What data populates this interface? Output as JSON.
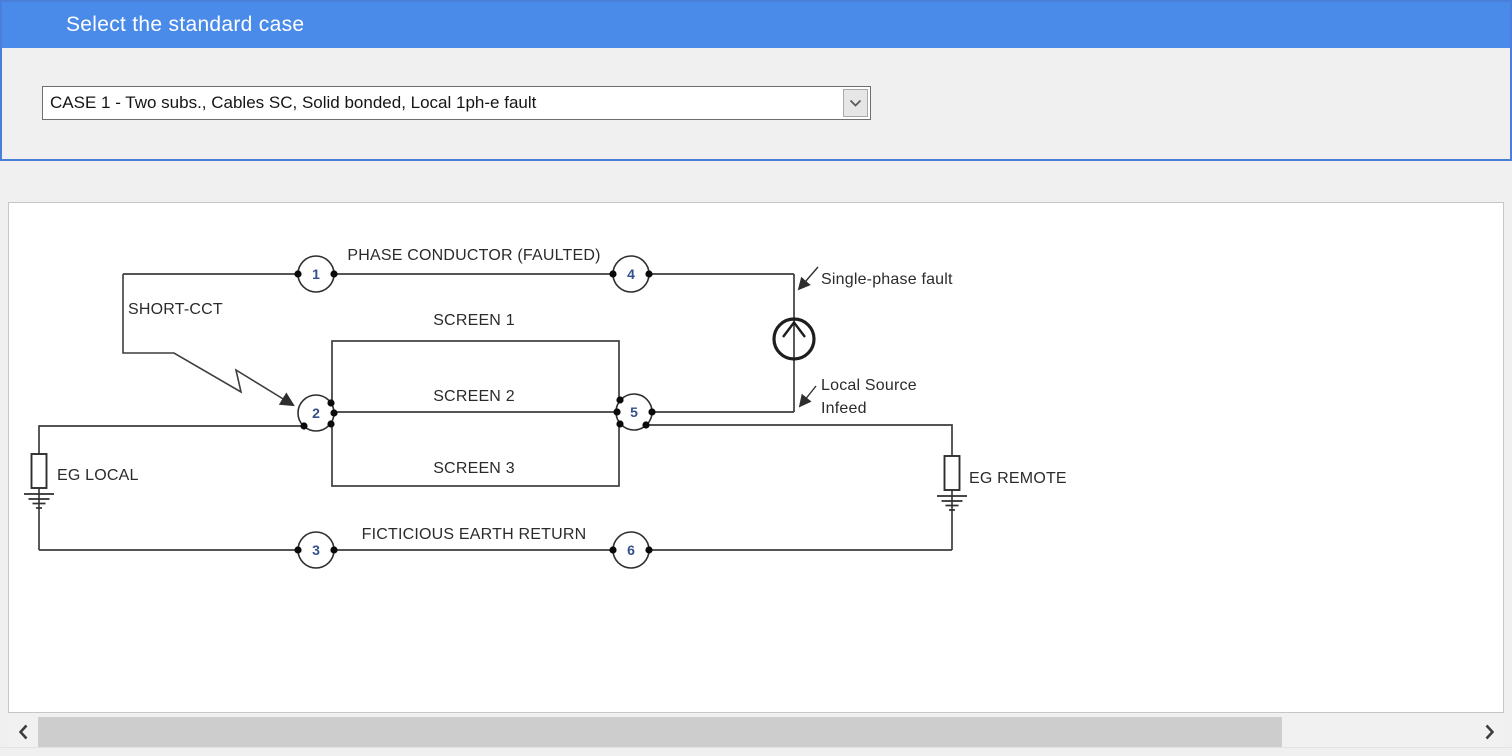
{
  "window": {
    "title": "Select the standard case"
  },
  "case_selector": {
    "selected_value": "CASE 1 - Two subs., Cables SC, Solid bonded, Local 1ph-e fault"
  },
  "diagram": {
    "labels": {
      "phase_conductor": "PHASE CONDUCTOR (FAULTED)",
      "short_cct": "SHORT-CCT",
      "screen_1": "SCREEN 1",
      "screen_2": "SCREEN 2",
      "screen_3": "SCREEN 3",
      "earth_return": "FICTICIOUS EARTH RETURN",
      "eg_local": "EG LOCAL",
      "eg_remote": "EG REMOTE",
      "single_phase_fault": "Single-phase fault",
      "local_source_line1": "Local Source",
      "local_source_line2": "Infeed"
    },
    "nodes": [
      "1",
      "2",
      "3",
      "4",
      "5",
      "6"
    ]
  },
  "icons": {
    "combo_arrow": "chevron-down-icon",
    "scroll_left": "chevron-left-icon",
    "scroll_right": "chevron-right-icon",
    "source": "current-source-icon",
    "ground": "earth-ground-icon"
  },
  "colors": {
    "header_bg": "#4a8be9",
    "header_text": "#ffffff",
    "panel_border_blue": "#4a7fd9",
    "page_bg": "#f0f0f0",
    "diagram_bg": "#ffffff",
    "diagram_line": "#3d3d3d",
    "node_number": "#35508e",
    "scrollbar_track": "#f1f1f1",
    "scrollbar_thumb": "#cdcdcd"
  }
}
